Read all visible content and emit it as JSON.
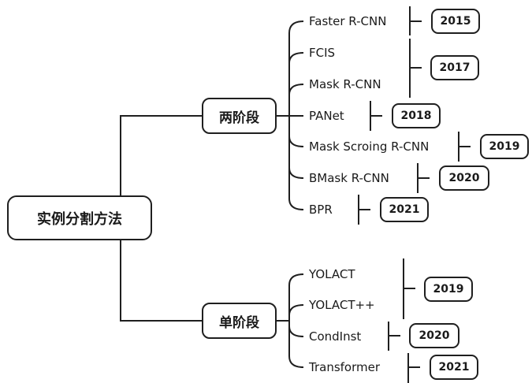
{
  "root": {
    "label": "实例分割方法"
  },
  "branches": [
    {
      "label": "两阶段",
      "methods": [
        "Faster R-CNN",
        "FCIS",
        "Mask R-CNN",
        "PANet",
        "Mask Scroing R-CNN",
        "BMask R-CNN",
        "BPR"
      ],
      "years": [
        {
          "label": "2015",
          "methods": [
            "Faster R-CNN"
          ]
        },
        {
          "label": "2017",
          "methods": [
            "FCIS",
            "Mask R-CNN"
          ]
        },
        {
          "label": "2018",
          "methods": [
            "PANet"
          ]
        },
        {
          "label": "2019",
          "methods": [
            "Mask Scroing R-CNN"
          ]
        },
        {
          "label": "2020",
          "methods": [
            "BMask R-CNN"
          ]
        },
        {
          "label": "2021",
          "methods": [
            "BPR"
          ]
        }
      ]
    },
    {
      "label": "单阶段",
      "methods": [
        "YOLACT",
        "YOLACT++",
        "CondInst",
        "Transformer"
      ],
      "years": [
        {
          "label": "2019",
          "methods": [
            "YOLACT",
            "YOLACT++"
          ]
        },
        {
          "label": "2020",
          "methods": [
            "CondInst"
          ]
        },
        {
          "label": "2021",
          "methods": [
            "Transformer"
          ]
        }
      ]
    }
  ]
}
